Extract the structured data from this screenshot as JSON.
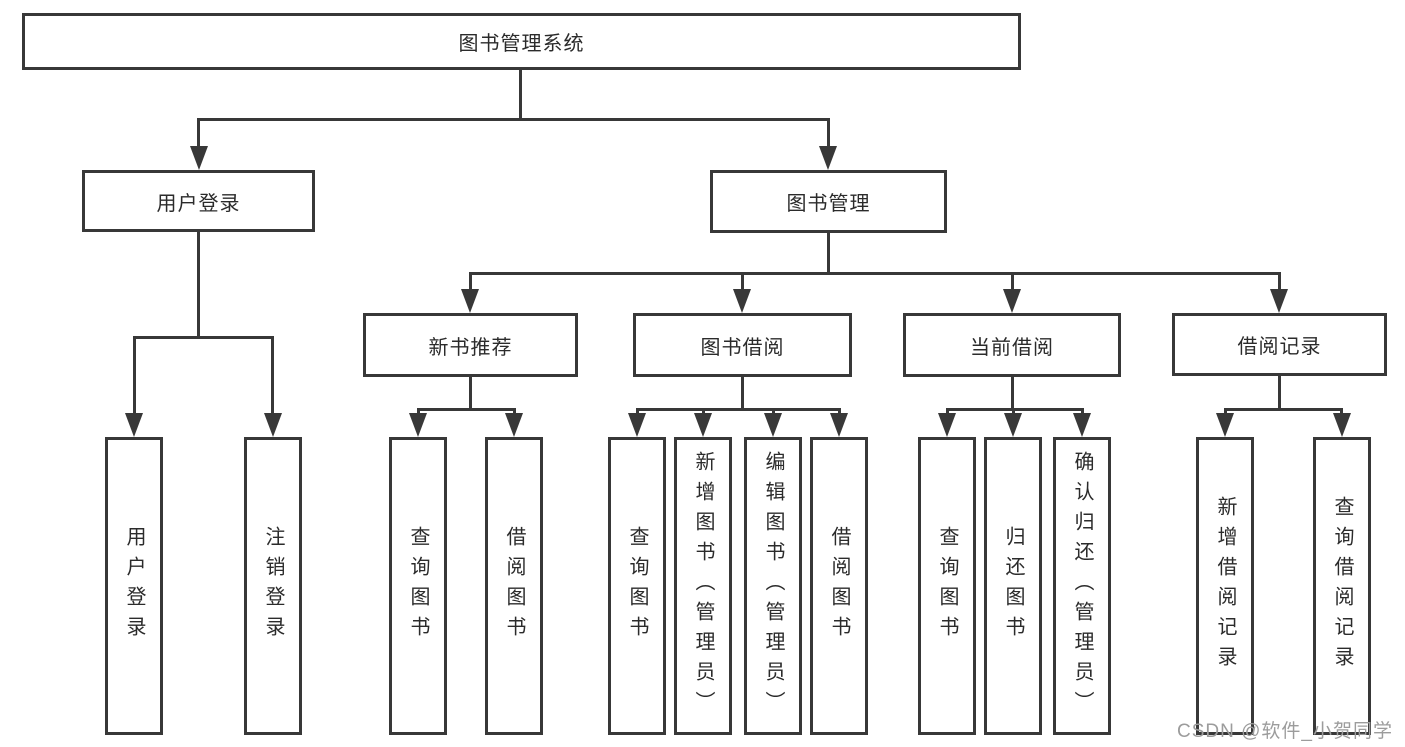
{
  "tree": {
    "root": "图书管理系统",
    "level2": {
      "user": "用户登录",
      "book": "图书管理"
    },
    "level3": {
      "recommend": "新书推荐",
      "borrow": "图书借阅",
      "current": "当前借阅",
      "record": "借阅记录"
    },
    "leaves": {
      "user": [
        "用户登录",
        "注销登录"
      ],
      "recommend": [
        "查询图书",
        "借阅图书"
      ],
      "borrow": [
        "查询图书",
        "新增图书（管理员）",
        "编辑图书（管理员）",
        "借阅图书"
      ],
      "current": [
        "查询图书",
        "归还图书",
        "确认归还（管理员）"
      ],
      "record": [
        "新增借阅记录",
        "查询借阅记录"
      ]
    }
  },
  "watermark": "CSDN @软件_小贺同学",
  "colors": {
    "line": "#383838",
    "text": "#2b2b2b",
    "watermark": "#9c9c9c",
    "bg": "#ffffff"
  }
}
